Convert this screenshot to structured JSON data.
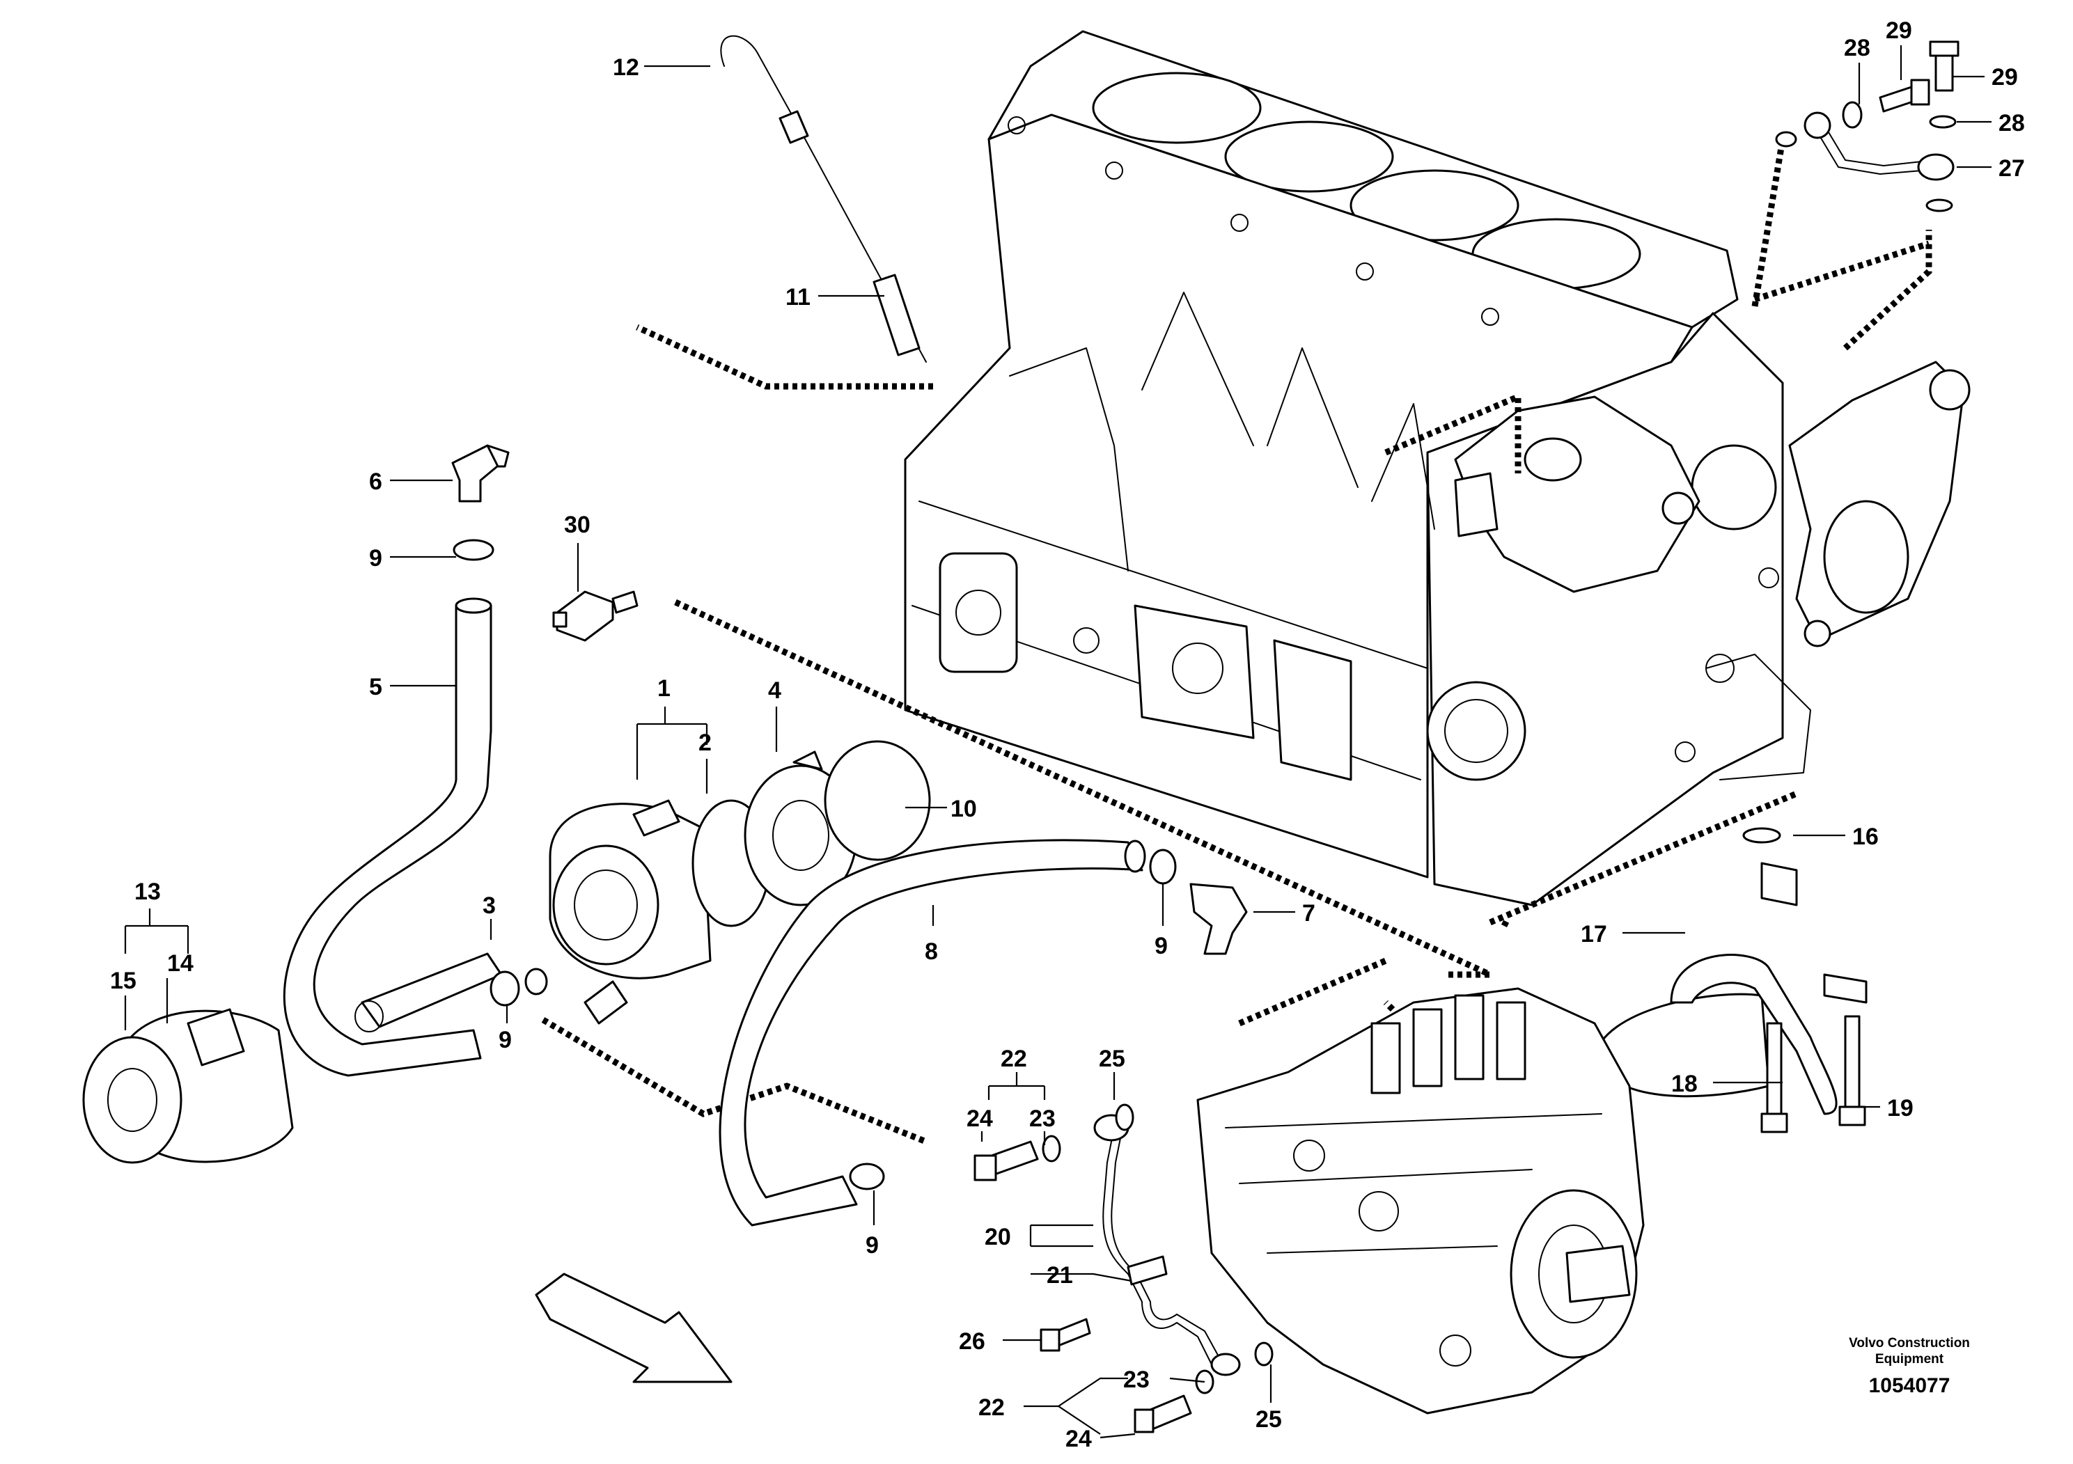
{
  "diagram": {
    "callouts": [
      {
        "id": "c12",
        "text": "12"
      },
      {
        "id": "c11",
        "text": "11"
      },
      {
        "id": "c6",
        "text": "6"
      },
      {
        "id": "c9a",
        "text": "9"
      },
      {
        "id": "c30",
        "text": "30"
      },
      {
        "id": "c5",
        "text": "5"
      },
      {
        "id": "c1",
        "text": "1"
      },
      {
        "id": "c2",
        "text": "2"
      },
      {
        "id": "c4",
        "text": "4"
      },
      {
        "id": "c10",
        "text": "10"
      },
      {
        "id": "c3",
        "text": "3"
      },
      {
        "id": "c13",
        "text": "13"
      },
      {
        "id": "c14",
        "text": "14"
      },
      {
        "id": "c15",
        "text": "15"
      },
      {
        "id": "c9b",
        "text": "9"
      },
      {
        "id": "c8",
        "text": "8"
      },
      {
        "id": "c7",
        "text": "7"
      },
      {
        "id": "c9c",
        "text": "9"
      },
      {
        "id": "c9d",
        "text": "9"
      },
      {
        "id": "c16",
        "text": "16"
      },
      {
        "id": "c17",
        "text": "17"
      },
      {
        "id": "c18",
        "text": "18"
      },
      {
        "id": "c19",
        "text": "19"
      },
      {
        "id": "c22a",
        "text": "22"
      },
      {
        "id": "c25a",
        "text": "25"
      },
      {
        "id": "c24a",
        "text": "24"
      },
      {
        "id": "c23a",
        "text": "23"
      },
      {
        "id": "c20",
        "text": "20"
      },
      {
        "id": "c21",
        "text": "21"
      },
      {
        "id": "c26",
        "text": "26"
      },
      {
        "id": "c22b",
        "text": "22"
      },
      {
        "id": "c23b",
        "text": "23"
      },
      {
        "id": "c24b",
        "text": "24"
      },
      {
        "id": "c25b",
        "text": "25"
      },
      {
        "id": "c28a",
        "text": "28"
      },
      {
        "id": "c29a",
        "text": "29"
      },
      {
        "id": "c29b",
        "text": "29"
      },
      {
        "id": "c28b",
        "text": "28"
      },
      {
        "id": "c27",
        "text": "27"
      }
    ],
    "brand_line1": "Volvo Construction",
    "brand_line2": "Equipment",
    "doc_number": "1054077"
  }
}
